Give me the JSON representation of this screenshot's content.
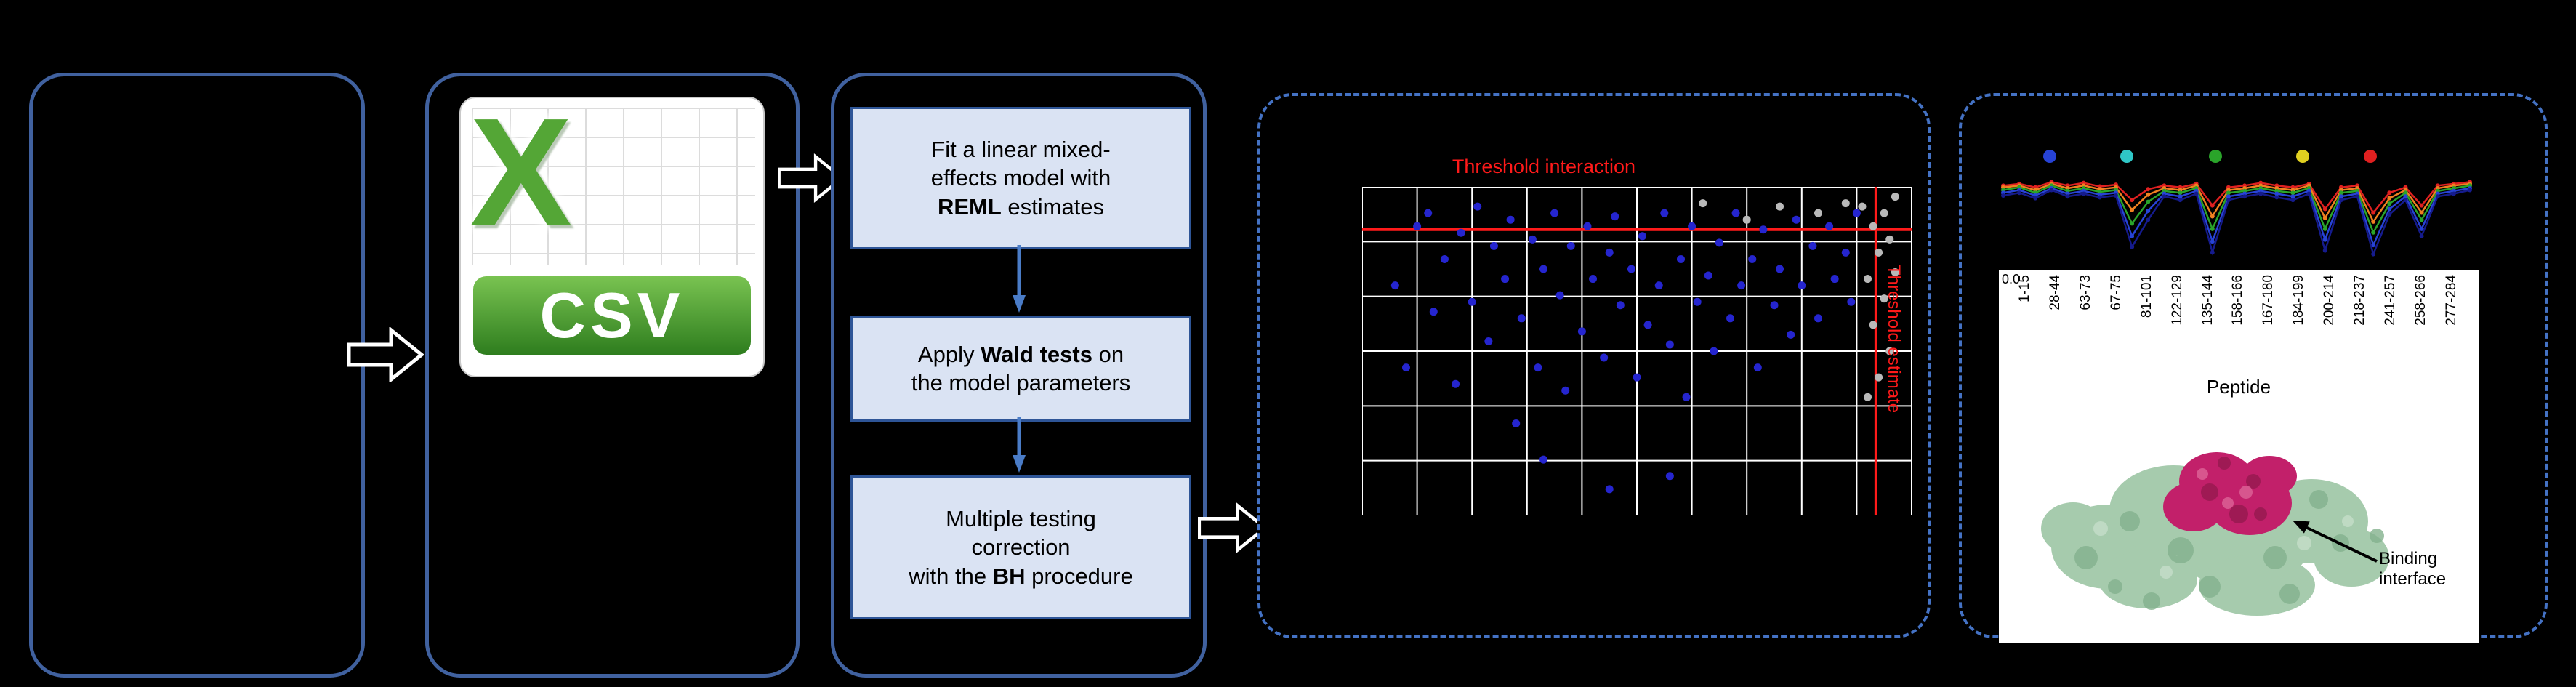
{
  "figure": {
    "csv_icon": {
      "logo_letter": "X",
      "format_label": "CSV"
    },
    "pipeline_steps": [
      {
        "pre": "Fit a linear mixed-\neffects model with\n",
        "bold": "REML",
        "post": " estimates"
      },
      {
        "pre": "Apply ",
        "bold": "Wald tests",
        "post": " on\nthe model parameters"
      },
      {
        "pre": "Multiple testing\ncorrection\nwith the ",
        "bold": "BH",
        "post": " procedure"
      }
    ],
    "binding_label": "Binding\ninterface",
    "colors": {
      "panel_border_solid": "#40619f",
      "panel_border_dashed": "#4472c4",
      "step_fill": "#dae3f3",
      "threshold_red": "#ff1a1a",
      "protein_green": "#a6cbad",
      "protein_magenta": "#c2206a"
    }
  },
  "chart_data": [
    {
      "type": "scatter",
      "title": "Threshold interaction",
      "right_label": "Threshold estimate",
      "axes": {
        "grid": true,
        "grid_cols": 10,
        "grid_rows": 6
      },
      "thresholds": {
        "horizontal_y_pct": 13,
        "vertical_x_pct": 93.5,
        "color": "#ff1a1a"
      },
      "series": [
        {
          "name": "significant-points",
          "color": "#2525cf",
          "points": [
            [
              6,
              30
            ],
            [
              8,
              55
            ],
            [
              10,
              12
            ],
            [
              12,
              8
            ],
            [
              13,
              38
            ],
            [
              15,
              22
            ],
            [
              17,
              60
            ],
            [
              18,
              14
            ],
            [
              20,
              35
            ],
            [
              21,
              6
            ],
            [
              23,
              47
            ],
            [
              24,
              18
            ],
            [
              26,
              28
            ],
            [
              27,
              10
            ],
            [
              28,
              72
            ],
            [
              29,
              40
            ],
            [
              31,
              16
            ],
            [
              32,
              55
            ],
            [
              33,
              25
            ],
            [
              35,
              8
            ],
            [
              36,
              33
            ],
            [
              37,
              62
            ],
            [
              38,
              18
            ],
            [
              40,
              44
            ],
            [
              41,
              12
            ],
            [
              42,
              28
            ],
            [
              44,
              52
            ],
            [
              45,
              20
            ],
            [
              46,
              9
            ],
            [
              47,
              36
            ],
            [
              49,
              25
            ],
            [
              50,
              58
            ],
            [
              51,
              15
            ],
            [
              52,
              42
            ],
            [
              54,
              30
            ],
            [
              55,
              8
            ],
            [
              56,
              48
            ],
            [
              58,
              22
            ],
            [
              59,
              64
            ],
            [
              60,
              12
            ],
            [
              61,
              35
            ],
            [
              63,
              27
            ],
            [
              64,
              50
            ],
            [
              65,
              17
            ],
            [
              67,
              40
            ],
            [
              68,
              8
            ],
            [
              69,
              30
            ],
            [
              71,
              22
            ],
            [
              72,
              55
            ],
            [
              73,
              13
            ],
            [
              75,
              36
            ],
            [
              76,
              25
            ],
            [
              78,
              45
            ],
            [
              79,
              10
            ],
            [
              80,
              30
            ],
            [
              82,
              18
            ],
            [
              83,
              40
            ],
            [
              85,
              12
            ],
            [
              86,
              28
            ],
            [
              88,
              20
            ],
            [
              89,
              35
            ],
            [
              90,
              8
            ],
            [
              56,
              88
            ],
            [
              33,
              83
            ],
            [
              45,
              92
            ]
          ]
        },
        {
          "name": "non-significant-points",
          "color": "#b9b9b9",
          "points": [
            [
              91,
              6
            ],
            [
              93,
              12
            ],
            [
              94,
              20
            ],
            [
              92,
              28
            ],
            [
              95,
              34
            ],
            [
              93,
              42
            ],
            [
              96,
              50
            ],
            [
              94,
              58
            ],
            [
              92,
              64
            ],
            [
              95,
              8
            ],
            [
              96,
              16
            ],
            [
              97,
              26
            ],
            [
              62,
              5
            ],
            [
              70,
              10
            ],
            [
              76,
              6
            ],
            [
              83,
              8
            ],
            [
              88,
              5
            ],
            [
              97,
              3
            ]
          ]
        }
      ]
    },
    {
      "type": "line",
      "x_label": "Peptide",
      "y_tick_top": "0.0",
      "x_ticks": [
        "1-15",
        "28-44",
        "63-73",
        "67-75",
        "81-101",
        "122-129",
        "135-144",
        "158-166",
        "167-180",
        "184-199",
        "200-214",
        "218-237",
        "241-257",
        "258-266",
        "277-284"
      ],
      "legend_dot_colors": [
        "#2743d6",
        "#2fc7c7",
        "#2aa42a",
        "#e0d020",
        "#e02020"
      ],
      "series": [
        {
          "name": "series-red",
          "color": "#e02020",
          "values": [
            0.82,
            0.84,
            0.8,
            0.86,
            0.82,
            0.85,
            0.81,
            0.83,
            0.66,
            0.78,
            0.82,
            0.8,
            0.84,
            0.6,
            0.8,
            0.82,
            0.85,
            0.82,
            0.8,
            0.84,
            0.56,
            0.8,
            0.82,
            0.52,
            0.74,
            0.8,
            0.6,
            0.82,
            0.84,
            0.86
          ]
        },
        {
          "name": "series-orange",
          "color": "#f08020",
          "values": [
            0.8,
            0.82,
            0.77,
            0.84,
            0.79,
            0.82,
            0.78,
            0.8,
            0.55,
            0.72,
            0.79,
            0.77,
            0.82,
            0.48,
            0.77,
            0.79,
            0.82,
            0.79,
            0.77,
            0.82,
            0.46,
            0.77,
            0.79,
            0.42,
            0.68,
            0.77,
            0.52,
            0.79,
            0.82,
            0.84
          ]
        },
        {
          "name": "series-green",
          "color": "#2aa42a",
          "values": [
            0.77,
            0.8,
            0.74,
            0.82,
            0.76,
            0.79,
            0.75,
            0.77,
            0.4,
            0.64,
            0.76,
            0.74,
            0.79,
            0.34,
            0.74,
            0.76,
            0.79,
            0.76,
            0.74,
            0.79,
            0.34,
            0.74,
            0.76,
            0.3,
            0.62,
            0.74,
            0.44,
            0.76,
            0.79,
            0.82
          ]
        },
        {
          "name": "series-blue",
          "color": "#2743d6",
          "values": [
            0.74,
            0.77,
            0.71,
            0.79,
            0.73,
            0.76,
            0.72,
            0.74,
            0.26,
            0.54,
            0.73,
            0.7,
            0.76,
            0.2,
            0.7,
            0.73,
            0.76,
            0.73,
            0.7,
            0.76,
            0.22,
            0.7,
            0.73,
            0.16,
            0.56,
            0.7,
            0.34,
            0.73,
            0.76,
            0.79
          ]
        },
        {
          "name": "series-navy",
          "color": "#151b8d",
          "values": [
            0.71,
            0.74,
            0.68,
            0.77,
            0.7,
            0.73,
            0.69,
            0.71,
            0.14,
            0.44,
            0.7,
            0.66,
            0.73,
            0.08,
            0.66,
            0.7,
            0.73,
            0.69,
            0.66,
            0.73,
            0.1,
            0.66,
            0.7,
            0.06,
            0.5,
            0.66,
            0.26,
            0.7,
            0.73,
            0.77
          ]
        }
      ]
    }
  ]
}
